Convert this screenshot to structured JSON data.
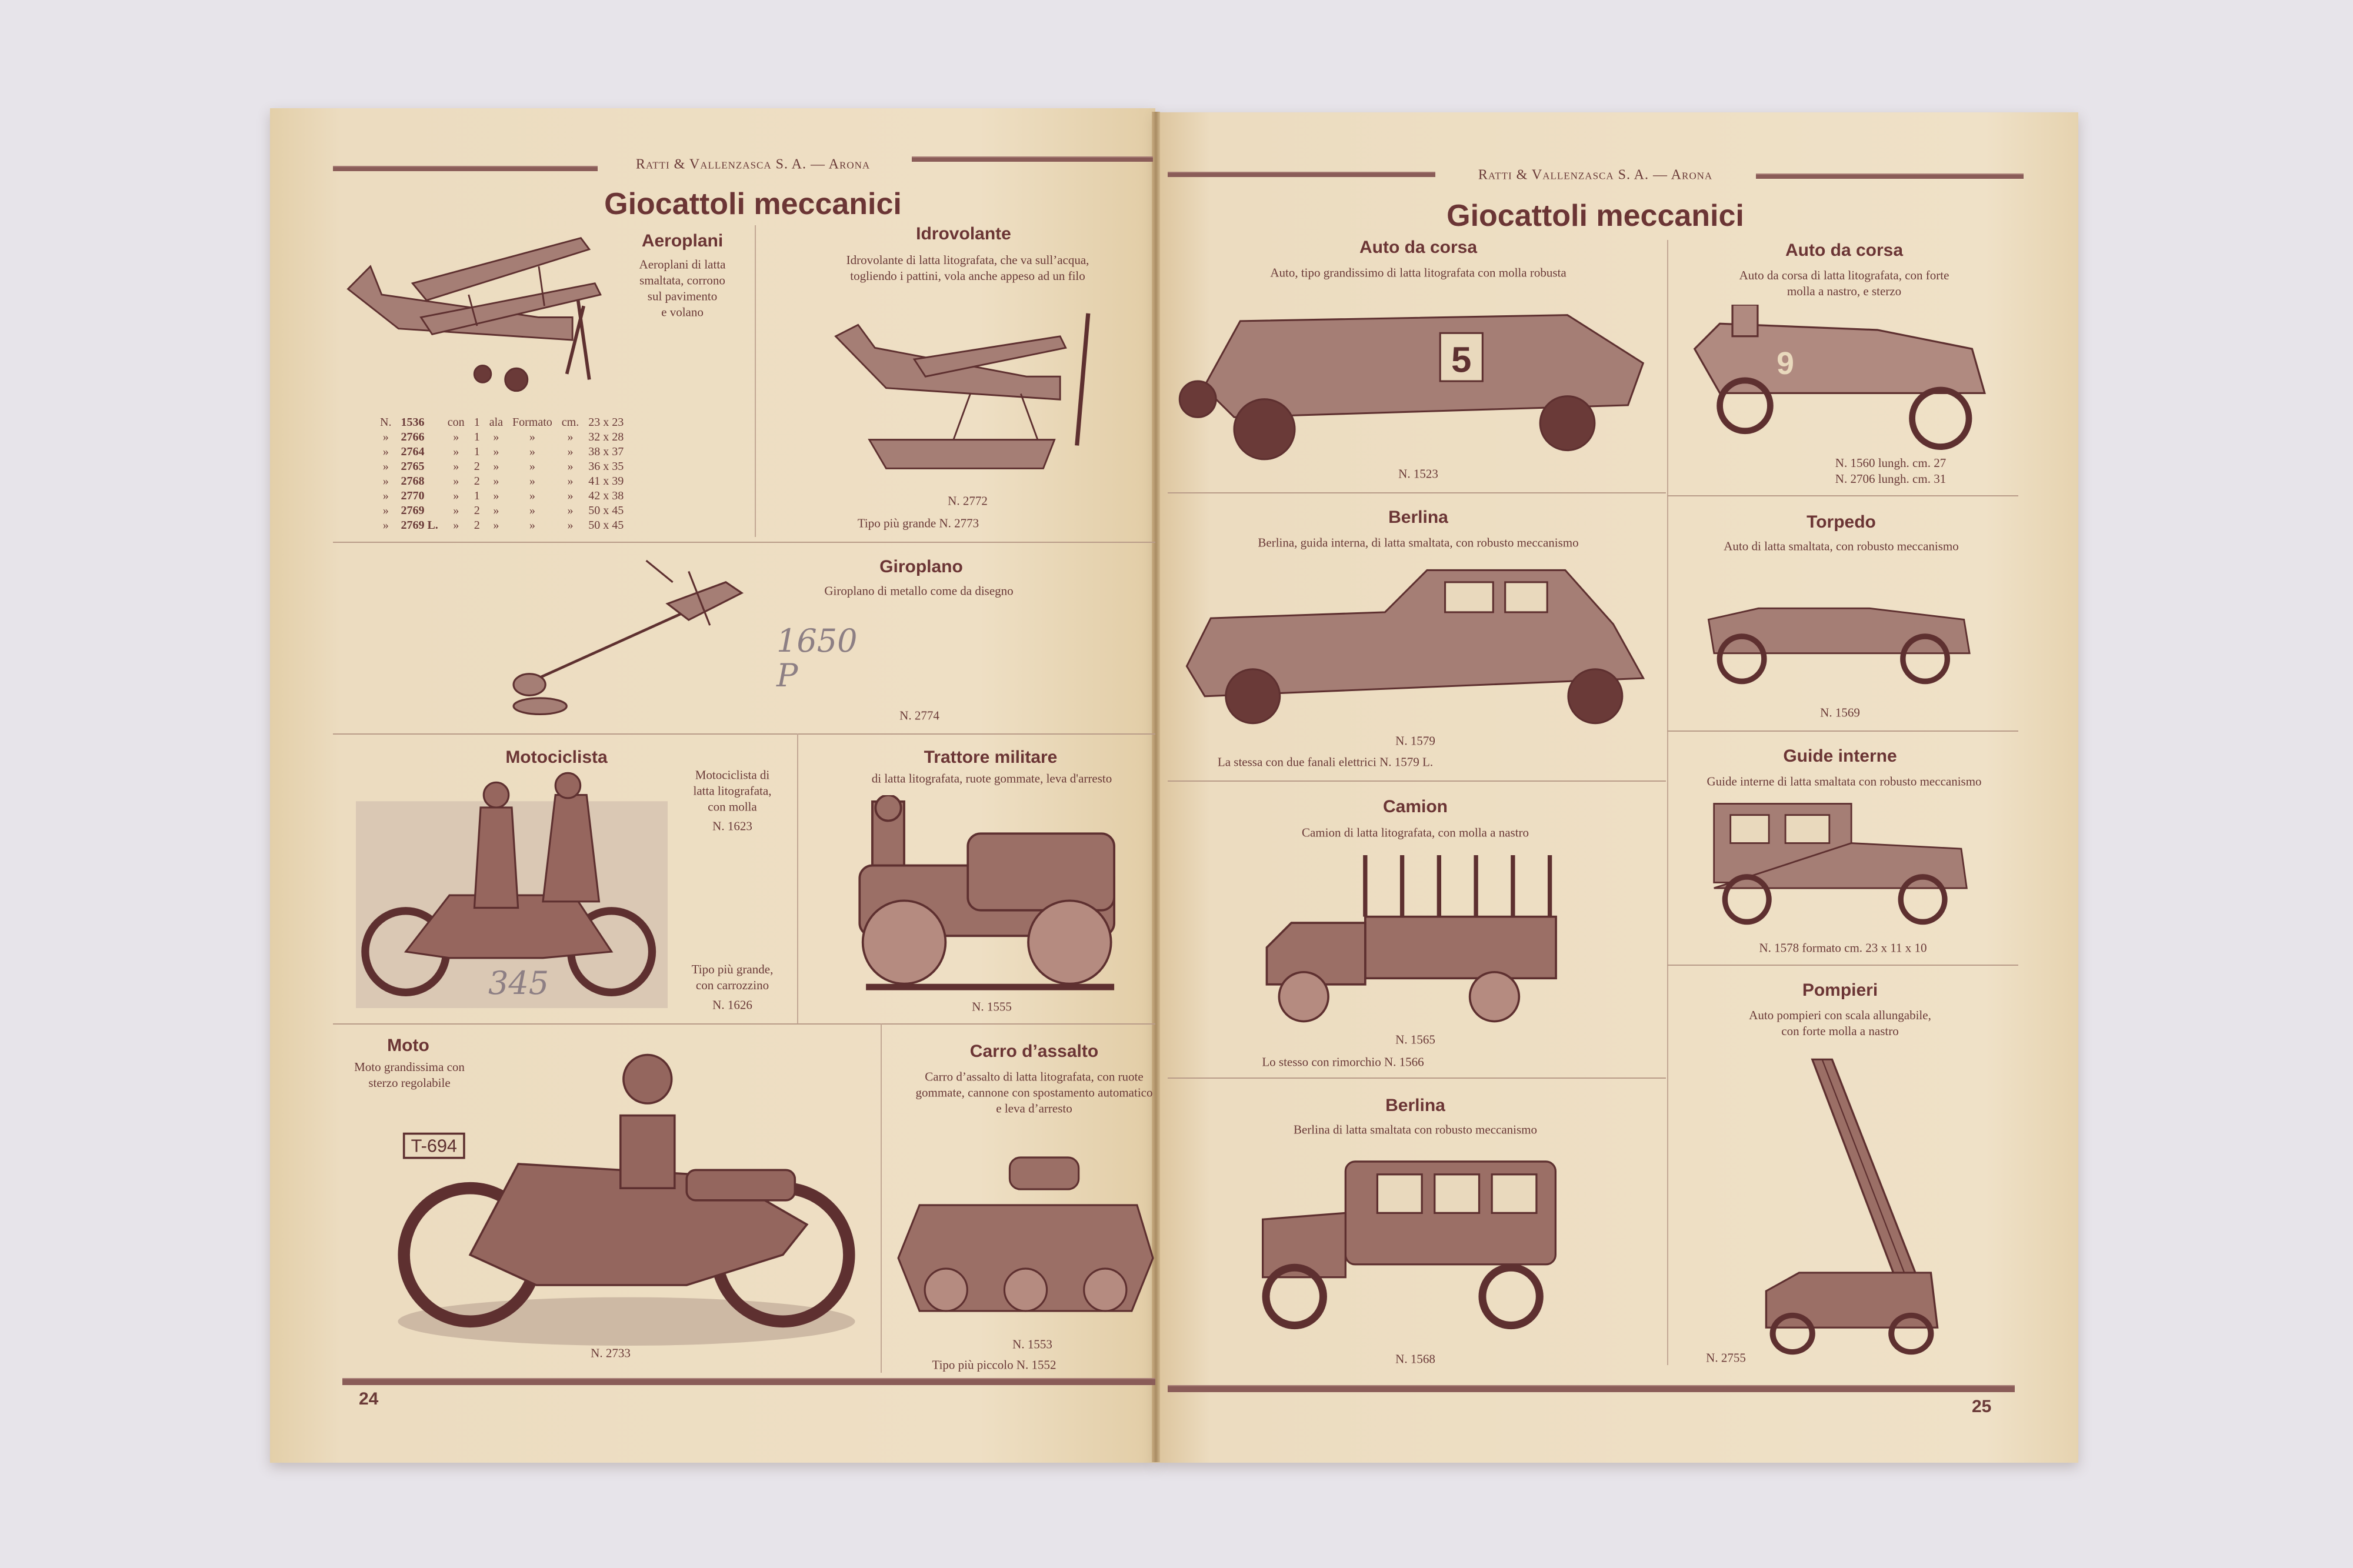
{
  "colors": {
    "ink": "#6a3a38",
    "paper": "#e9d9bd",
    "background": "#e7e4ea"
  },
  "left_page": {
    "header": "Ratti & Vallenzasca S. A. — Arona",
    "title": "Giocattoli meccanici",
    "page_number": "24",
    "aeroplani": {
      "title": "Aeroplani",
      "description": "Aeroplani di latta\nsmaltata, corrono\nsul pavimento\ne volano",
      "table": [
        [
          "N.",
          "1536",
          "con",
          "1",
          "ala",
          "Formato",
          "cm.",
          "23 x 23"
        ],
        [
          "»",
          "2766",
          "»",
          "1",
          "»",
          "»",
          "»",
          "32 x 28"
        ],
        [
          "»",
          "2764",
          "»",
          "1",
          "»",
          "»",
          "»",
          "38 x 37"
        ],
        [
          "»",
          "2765",
          "»",
          "2",
          "»",
          "»",
          "»",
          "36 x 35"
        ],
        [
          "»",
          "2768",
          "»",
          "2",
          "»",
          "»",
          "»",
          "41 x 39"
        ],
        [
          "»",
          "2770",
          "»",
          "1",
          "»",
          "»",
          "»",
          "42 x 38"
        ],
        [
          "»",
          "2769",
          "»",
          "2",
          "»",
          "»",
          "»",
          "50 x 45"
        ],
        [
          "»",
          "2769 L.",
          "»",
          "2",
          "»",
          "»",
          "»",
          "50 x 45"
        ]
      ]
    },
    "idrovolante": {
      "title": "Idrovolante",
      "description": "Idrovolante di latta litografata, che va  sull’acqua,\ntogliendo i pattini, vola anche appeso ad un filo",
      "number": "N. 2772",
      "variant": "Tipo più grande   N. 2773"
    },
    "giroplano": {
      "title": "Giroplano",
      "description": "Giroplano di metallo come da disegno",
      "number": "N. 2774",
      "handwritten": "1650\nP"
    },
    "motociclista": {
      "title": "Motociclista",
      "description": "Motociclista di\nlatta litografata,\ncon molla",
      "number": "N. 1623",
      "variant": "Tipo più grande,\ncon carrozzino",
      "variant_number": "N. 1626",
      "handwritten": "345"
    },
    "trattore": {
      "title": "Trattore militare",
      "description": "di latta litografata, ruote gommate, leva d'arresto",
      "number": "N. 1555"
    },
    "moto": {
      "title": "Moto",
      "description": "Moto grandissima con\nsterzo regolabile",
      "number": "N. 2733",
      "plate": "T-694"
    },
    "carro": {
      "title": "Carro d’assalto",
      "description": "Carro d’assalto di latta litografata,  con ruote\ngommate, cannone con spostamento automatico\ne leva d’arresto",
      "number": "N. 1553",
      "variant": "Tipo più piccolo   N. 1552"
    }
  },
  "right_page": {
    "header": "Ratti & Vallenzasca S. A. — Arona",
    "title": "Giocattoli meccanici",
    "page_number": "25",
    "auto_corsa_1": {
      "title": "Auto da corsa",
      "description": "Auto, tipo grandissimo di latta litografata con molla robusta",
      "number": "N. 1523",
      "car_number": "5"
    },
    "berlina_1": {
      "title": "Berlina",
      "description": "Berlina, guida interna, di latta smaltata, con robusto meccanismo",
      "number": "N. 1579",
      "variant": "La stessa con due fanali elettrici   N. 1579 L."
    },
    "camion": {
      "title": "Camion",
      "description": "Camion di latta litografata, con molla a nastro",
      "number": "N. 1565",
      "variant": "Lo stesso con rimorchio   N. 1566"
    },
    "berlina_2": {
      "title": "Berlina",
      "description": "Berlina di latta smaltata con robusto meccanismo",
      "number": "N. 1568"
    },
    "auto_corsa_2": {
      "title": "Auto da corsa",
      "description": "Auto da corsa di latta litografata, con forte\nmolla a nastro, e sterzo",
      "numbers": "N. 1560   lungh.  cm.  27\nN. 2706   lungh.  cm.  31",
      "car_number": "9"
    },
    "torpedo": {
      "title": "Torpedo",
      "description": "Auto di latta smaltata, con robusto meccanismo",
      "number": "N. 1569"
    },
    "guide_interne": {
      "title": "Guide interne",
      "description": "Guide interne di latta smaltata con robusto meccanismo",
      "number": "N. 1578   formato  cm.  23 x 11 x 10"
    },
    "pompieri": {
      "title": "Pompieri",
      "description": "Auto pompieri con scala allungabile,\ncon forte molla a nastro",
      "number": "N. 2755"
    }
  }
}
